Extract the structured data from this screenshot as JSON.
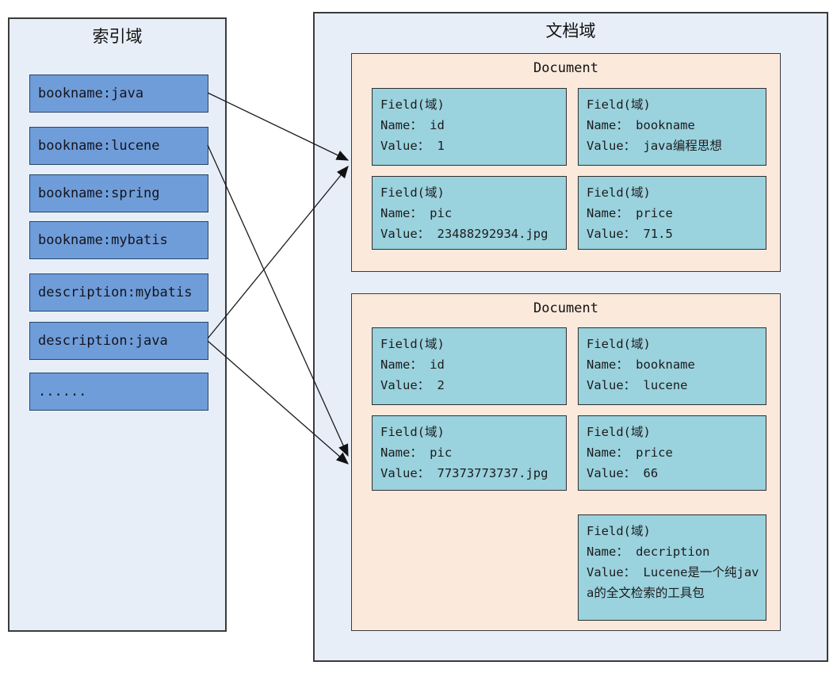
{
  "index_panel": {
    "title": "索引域",
    "terms": [
      "bookname:java",
      "bookname:lucene",
      "bookname:spring",
      "bookname:mybatis",
      "description:mybatis",
      "description:java",
      "......"
    ]
  },
  "document_panel": {
    "title": "文档域",
    "documents": [
      {
        "title": "Document",
        "fields": [
          {
            "lines": [
              "Field(域)",
              "Name： id",
              "Value： 1"
            ]
          },
          {
            "lines": [
              "Field(域)",
              "Name： bookname",
              "Value： java编程思想"
            ]
          },
          {
            "lines": [
              "Field(域)",
              "Name： pic",
              "Value： 23488292934.jpg"
            ]
          },
          {
            "lines": [
              "Field(域)",
              "Name： price",
              "Value： 71.5"
            ]
          }
        ]
      },
      {
        "title": "Document",
        "fields": [
          {
            "lines": [
              "Field(域)",
              "Name： id",
              "Value： 2"
            ]
          },
          {
            "lines": [
              "Field(域)",
              "Name： bookname",
              "Value： lucene"
            ]
          },
          {
            "lines": [
              "Field(域)",
              "Name： pic",
              "Value： 77373773737.jpg"
            ]
          },
          {
            "lines": [
              "Field(域)",
              "Name： price",
              "Value： 66"
            ]
          },
          {
            "lines": [
              "Field(域)",
              "Name： decription",
              "Value： Lucene是一个纯java的全文检索的工具包"
            ]
          }
        ]
      }
    ]
  },
  "arrows": [
    {
      "from": "bookname:java",
      "to": "document-1"
    },
    {
      "from": "bookname:lucene",
      "to": "document-2"
    },
    {
      "from": "description:java",
      "to": "document-1"
    },
    {
      "from": "description:java",
      "to": "document-2"
    }
  ],
  "colors": {
    "panel_bg": "#e8eef8",
    "term_box_bg": "#6f9dd9",
    "term_box_border": "#24476b",
    "document_bg": "#fbe9dc",
    "field_bg": "#9ad2de",
    "border": "#3b3b3b",
    "arrow": "#1a1a1a"
  }
}
